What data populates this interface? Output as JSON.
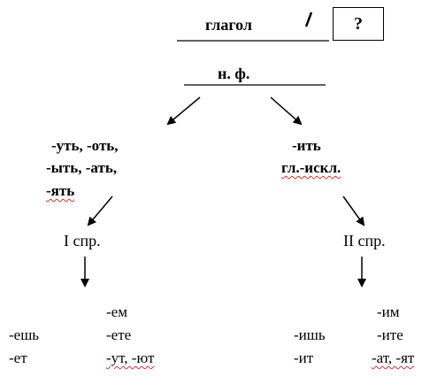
{
  "header": {
    "verb_label": "глагол",
    "slash": "/",
    "question_mark": "?"
  },
  "infinitive": {
    "label": "н. ф."
  },
  "left_branch": {
    "endings_line1": "-уть, -оть,",
    "endings_line2": "-ыть, -ать,",
    "endings_line3": "-ять",
    "conjugation": "I спр.",
    "forms": {
      "col1": [
        "-ешь",
        "-ет"
      ],
      "col2": [
        "-ем",
        "-ете",
        "-ут, -ют"
      ]
    }
  },
  "right_branch": {
    "endings_line1": "-ить",
    "endings_line2": "гл.-искл.",
    "conjugation": "II спр.",
    "forms": {
      "col1": [
        "-ишь",
        "-ит"
      ],
      "col2": [
        "-им",
        "-ите",
        "-ат, -ят"
      ]
    }
  }
}
